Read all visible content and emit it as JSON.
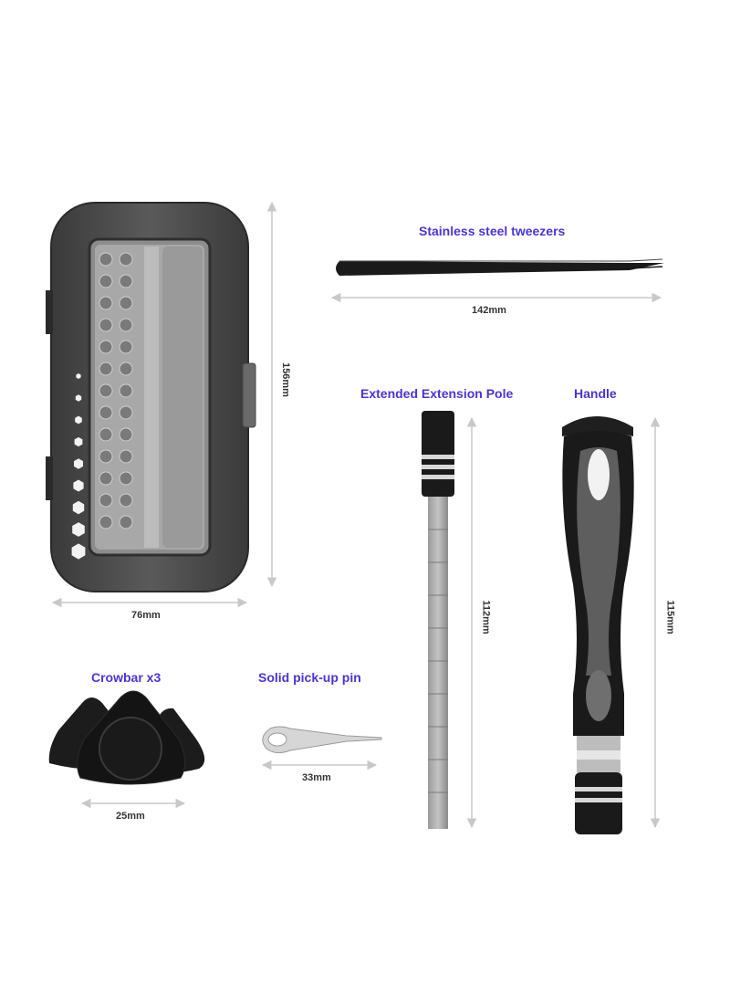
{
  "labels": {
    "tweezers_title": "Stainless steel tweezers",
    "tweezers_length": "142mm",
    "extension_title": "Extended Extension Pole",
    "extension_length": "112mm",
    "handle_title": "Handle",
    "handle_length": "115mm",
    "case_height": "156mm",
    "case_width": "76mm",
    "crowbar_title": "Crowbar x3",
    "crowbar_width": "25mm",
    "pin_title": "Solid pick-up pin",
    "pin_length": "33mm"
  },
  "colors": {
    "title": "#4a34d8",
    "dimension_text": "#333333",
    "tool_dark": "#1a1a1a",
    "tool_grey": "#6b6b6b",
    "arrow": "#c8c8c8"
  }
}
